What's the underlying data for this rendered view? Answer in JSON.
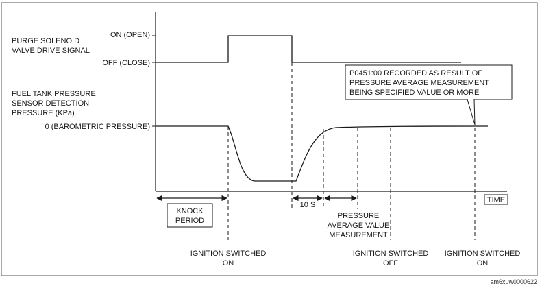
{
  "signals": {
    "purge": {
      "label_lines": [
        "PURGE SOLENOID",
        "VALVE DRIVE SIGNAL"
      ],
      "on_level": "ON (OPEN)",
      "off_level": "OFF (CLOSE)"
    },
    "pressure": {
      "label_lines": [
        "FUEL TANK PRESSURE",
        "SENSOR DETECTION",
        "PRESSURE (KPa)"
      ],
      "zero_level": "0 (BAROMETRIC PRESSURE)"
    }
  },
  "callout": {
    "lines": [
      "P0451:00 RECORDED AS RESULT OF",
      "PRESSURE AVERAGE MEASUREMENT",
      "BEING SPECIFIED VALUE OR MORE"
    ]
  },
  "time_label": "TIME",
  "annotations": {
    "knock_period": [
      "KNOCK",
      "PERIOD"
    ],
    "ten_s": "10 S",
    "pressure_average": [
      "PRESSURE",
      "AVERAGE VALUE",
      "MEASUREMENT"
    ]
  },
  "events": {
    "ignition_on_1": [
      "IGNITION SWITCHED",
      "ON"
    ],
    "ignition_off": [
      "IGNITION SWITCHED",
      "OFF"
    ],
    "ignition_on_2": [
      "IGNITION SWITCHED",
      "ON"
    ]
  },
  "figure_id": "am6xuw0000622",
  "colors": {
    "ink": "#1a1a1a",
    "frame": "#555555",
    "background": "#ffffff"
  }
}
